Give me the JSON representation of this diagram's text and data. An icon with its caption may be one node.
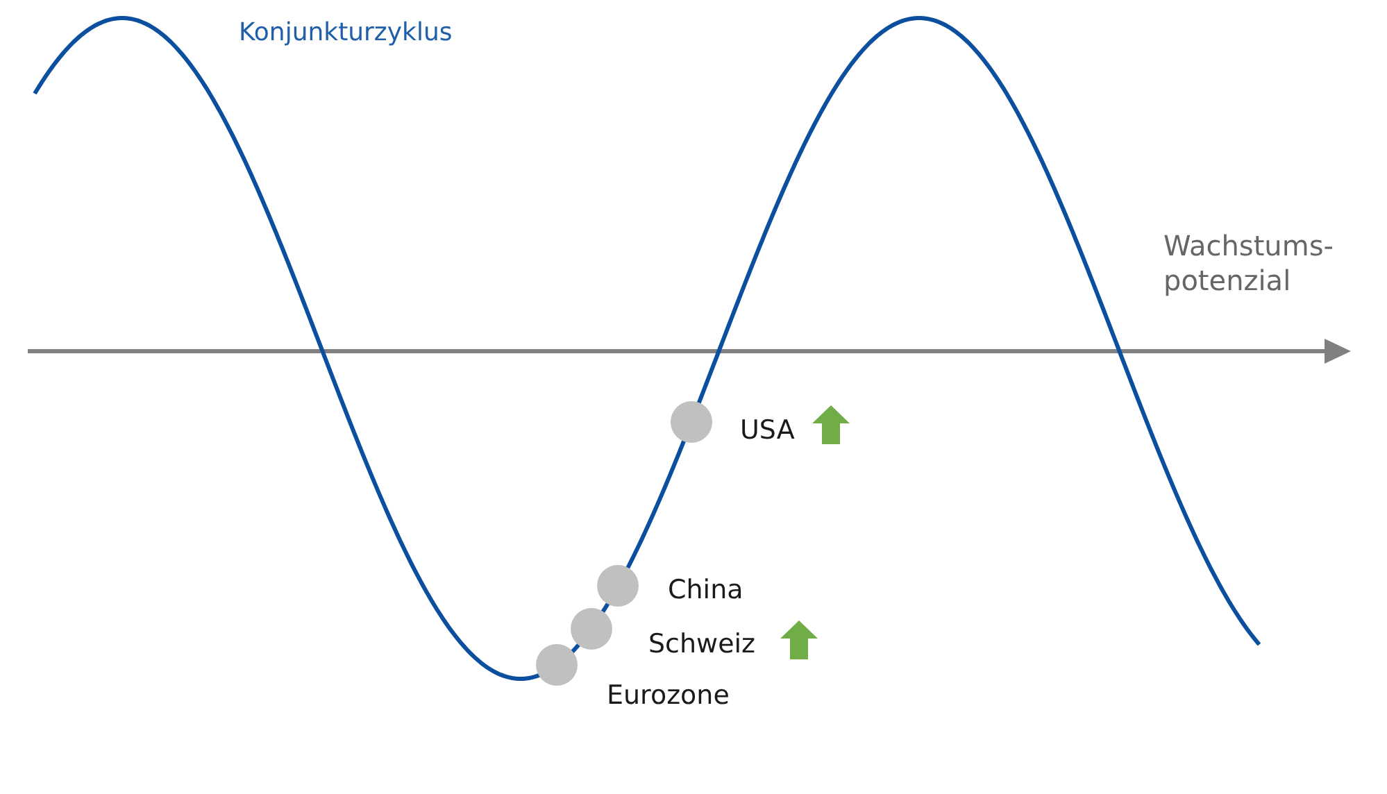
{
  "diagram": {
    "nodes": [
      {
        "text": [],
        "shape": "circle",
        "beside": [
          "USA"
        ]
      },
      {
        "text": [],
        "shape": "circle",
        "beside": [
          "China"
        ]
      },
      {
        "text": [],
        "shape": "circle",
        "beside": [
          "Schweiz"
        ]
      },
      {
        "text": [],
        "shape": "circle",
        "beside": [
          "Eurozone"
        ]
      }
    ],
    "labels": [
      "Konjunkturzyklus",
      "Wachstums- potenzial"
    ]
  }
}
